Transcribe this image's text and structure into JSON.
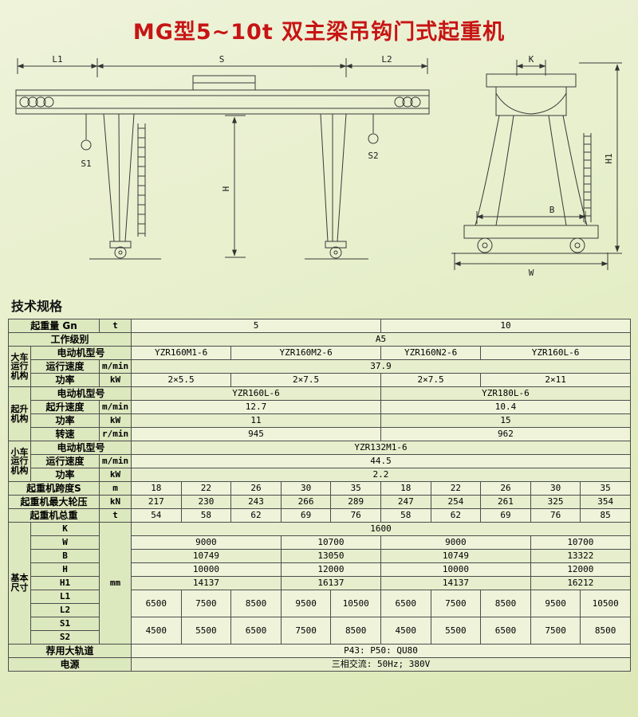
{
  "title": "MG型5~10t 双主梁吊钩门式起重机",
  "section_heading": "技术规格",
  "drawing": {
    "labels": {
      "L1": "L1",
      "S": "S",
      "L2": "L2",
      "S1": "S1",
      "S2": "S2",
      "H": "H",
      "K": "K",
      "H1": "H1",
      "B": "B",
      "W": "W"
    }
  },
  "table": {
    "capacity": {
      "label": "起重量 Gn",
      "unit": "t",
      "values": [
        "5",
        "10"
      ]
    },
    "duty_class": {
      "label": "工作级别",
      "value": "A5"
    },
    "gantry_travel": {
      "group": "大车运行机构",
      "motor_label": "电动机型号",
      "motor_values": [
        "YZR160M1-6",
        "YZR160M2-6",
        "YZR160N2-6",
        "YZR160L-6"
      ],
      "speed_label": "运行速度",
      "speed_unit": "m/min",
      "speed_value": "37.9",
      "power_label": "功率",
      "power_unit": "kW",
      "power_values": [
        "2×5.5",
        "2×7.5",
        "2×7.5",
        "2×11"
      ]
    },
    "hoisting": {
      "group": "起升机构",
      "motor_label": "电动机型号",
      "motor_values": [
        "YZR160L-6",
        "YZR180L-6"
      ],
      "speed_label": "起升速度",
      "speed_unit": "m/min",
      "speed_values": [
        "12.7",
        "10.4"
      ],
      "power_label": "功率",
      "power_unit": "kW",
      "power_values": [
        "11",
        "15"
      ],
      "rpm_label": "转速",
      "rpm_unit": "r/min",
      "rpm_values": [
        "945",
        "962"
      ]
    },
    "trolley_travel": {
      "group": "小车运行机构",
      "motor_label": "电动机型号",
      "motor_value": "YZR132M1-6",
      "speed_label": "运行速度",
      "speed_unit": "m/min",
      "speed_value": "44.5",
      "power_label": "功率",
      "power_unit": "kW",
      "power_value": "2.2"
    },
    "span": {
      "label": "起重机跨度S",
      "unit": "m",
      "values": [
        "18",
        "22",
        "26",
        "30",
        "35",
        "18",
        "22",
        "26",
        "30",
        "35"
      ]
    },
    "max_wheel_load": {
      "label": "起重机最大轮压",
      "unit": "kN",
      "values": [
        "217",
        "230",
        "243",
        "266",
        "289",
        "247",
        "254",
        "261",
        "325",
        "354"
      ]
    },
    "total_weight": {
      "label": "起重机总重",
      "unit": "t",
      "values": [
        "54",
        "58",
        "62",
        "69",
        "76",
        "58",
        "62",
        "69",
        "76",
        "85"
      ]
    },
    "dimensions": {
      "group": "基本尺寸",
      "unit": "mm",
      "K_label": "K",
      "K_value": "1600",
      "W_label": "W",
      "W_values": [
        "9000",
        "10700",
        "9000",
        "10700"
      ],
      "B_label": "B",
      "B_values": [
        "10749",
        "13050",
        "10749",
        "13322"
      ],
      "H_label": "H",
      "H_values": [
        "10000",
        "12000",
        "10000",
        "12000"
      ],
      "H1_label": "H1",
      "H1_values": [
        "14137",
        "16137",
        "14137",
        "16212"
      ],
      "L1_label": "L1",
      "L2_label": "L2",
      "L_values": [
        "6500",
        "7500",
        "8500",
        "9500",
        "10500",
        "6500",
        "7500",
        "8500",
        "9500",
        "10500"
      ],
      "S1_label": "S1",
      "S2_label": "S2",
      "S_values": [
        "4500",
        "5500",
        "6500",
        "7500",
        "8500",
        "4500",
        "5500",
        "6500",
        "7500",
        "8500"
      ]
    },
    "rail": {
      "label": "荐用大轨道",
      "value": "P43:  P50:  QU80"
    },
    "power_supply": {
      "label": "电源",
      "value": "三相交流: 50Hz;  380V"
    }
  }
}
